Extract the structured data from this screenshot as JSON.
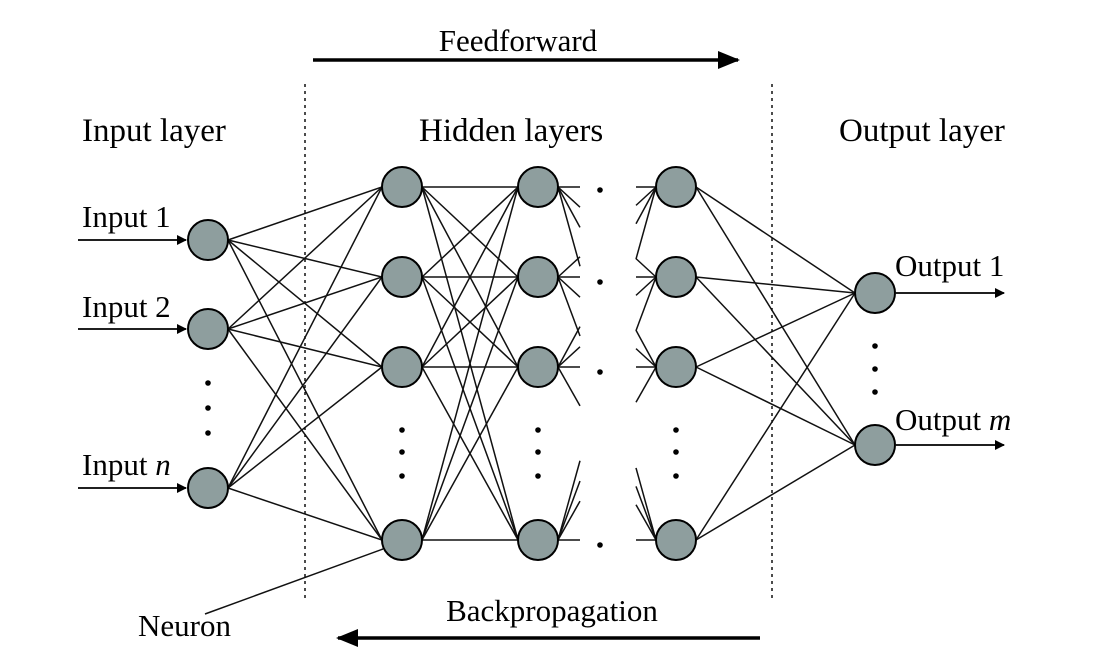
{
  "colors": {
    "node_fill": "#8e9e9e",
    "node_stroke": "#000000",
    "line": "#111111",
    "background": "#ffffff"
  },
  "arrows": {
    "feedforward": "Feedforward",
    "backpropagation": "Backpropagation"
  },
  "layers": {
    "input": "Input layer",
    "hidden": "Hidden layers",
    "output": "Output layer"
  },
  "inputs": {
    "input_1": "Input 1",
    "input_2": "Input 2",
    "input_n_prefix": "Input ",
    "input_n_var": "n"
  },
  "outputs": {
    "output_1": "Output 1",
    "output_m_prefix": "Output ",
    "output_m_var": "m"
  },
  "annotations": {
    "neuron": "Neuron"
  }
}
